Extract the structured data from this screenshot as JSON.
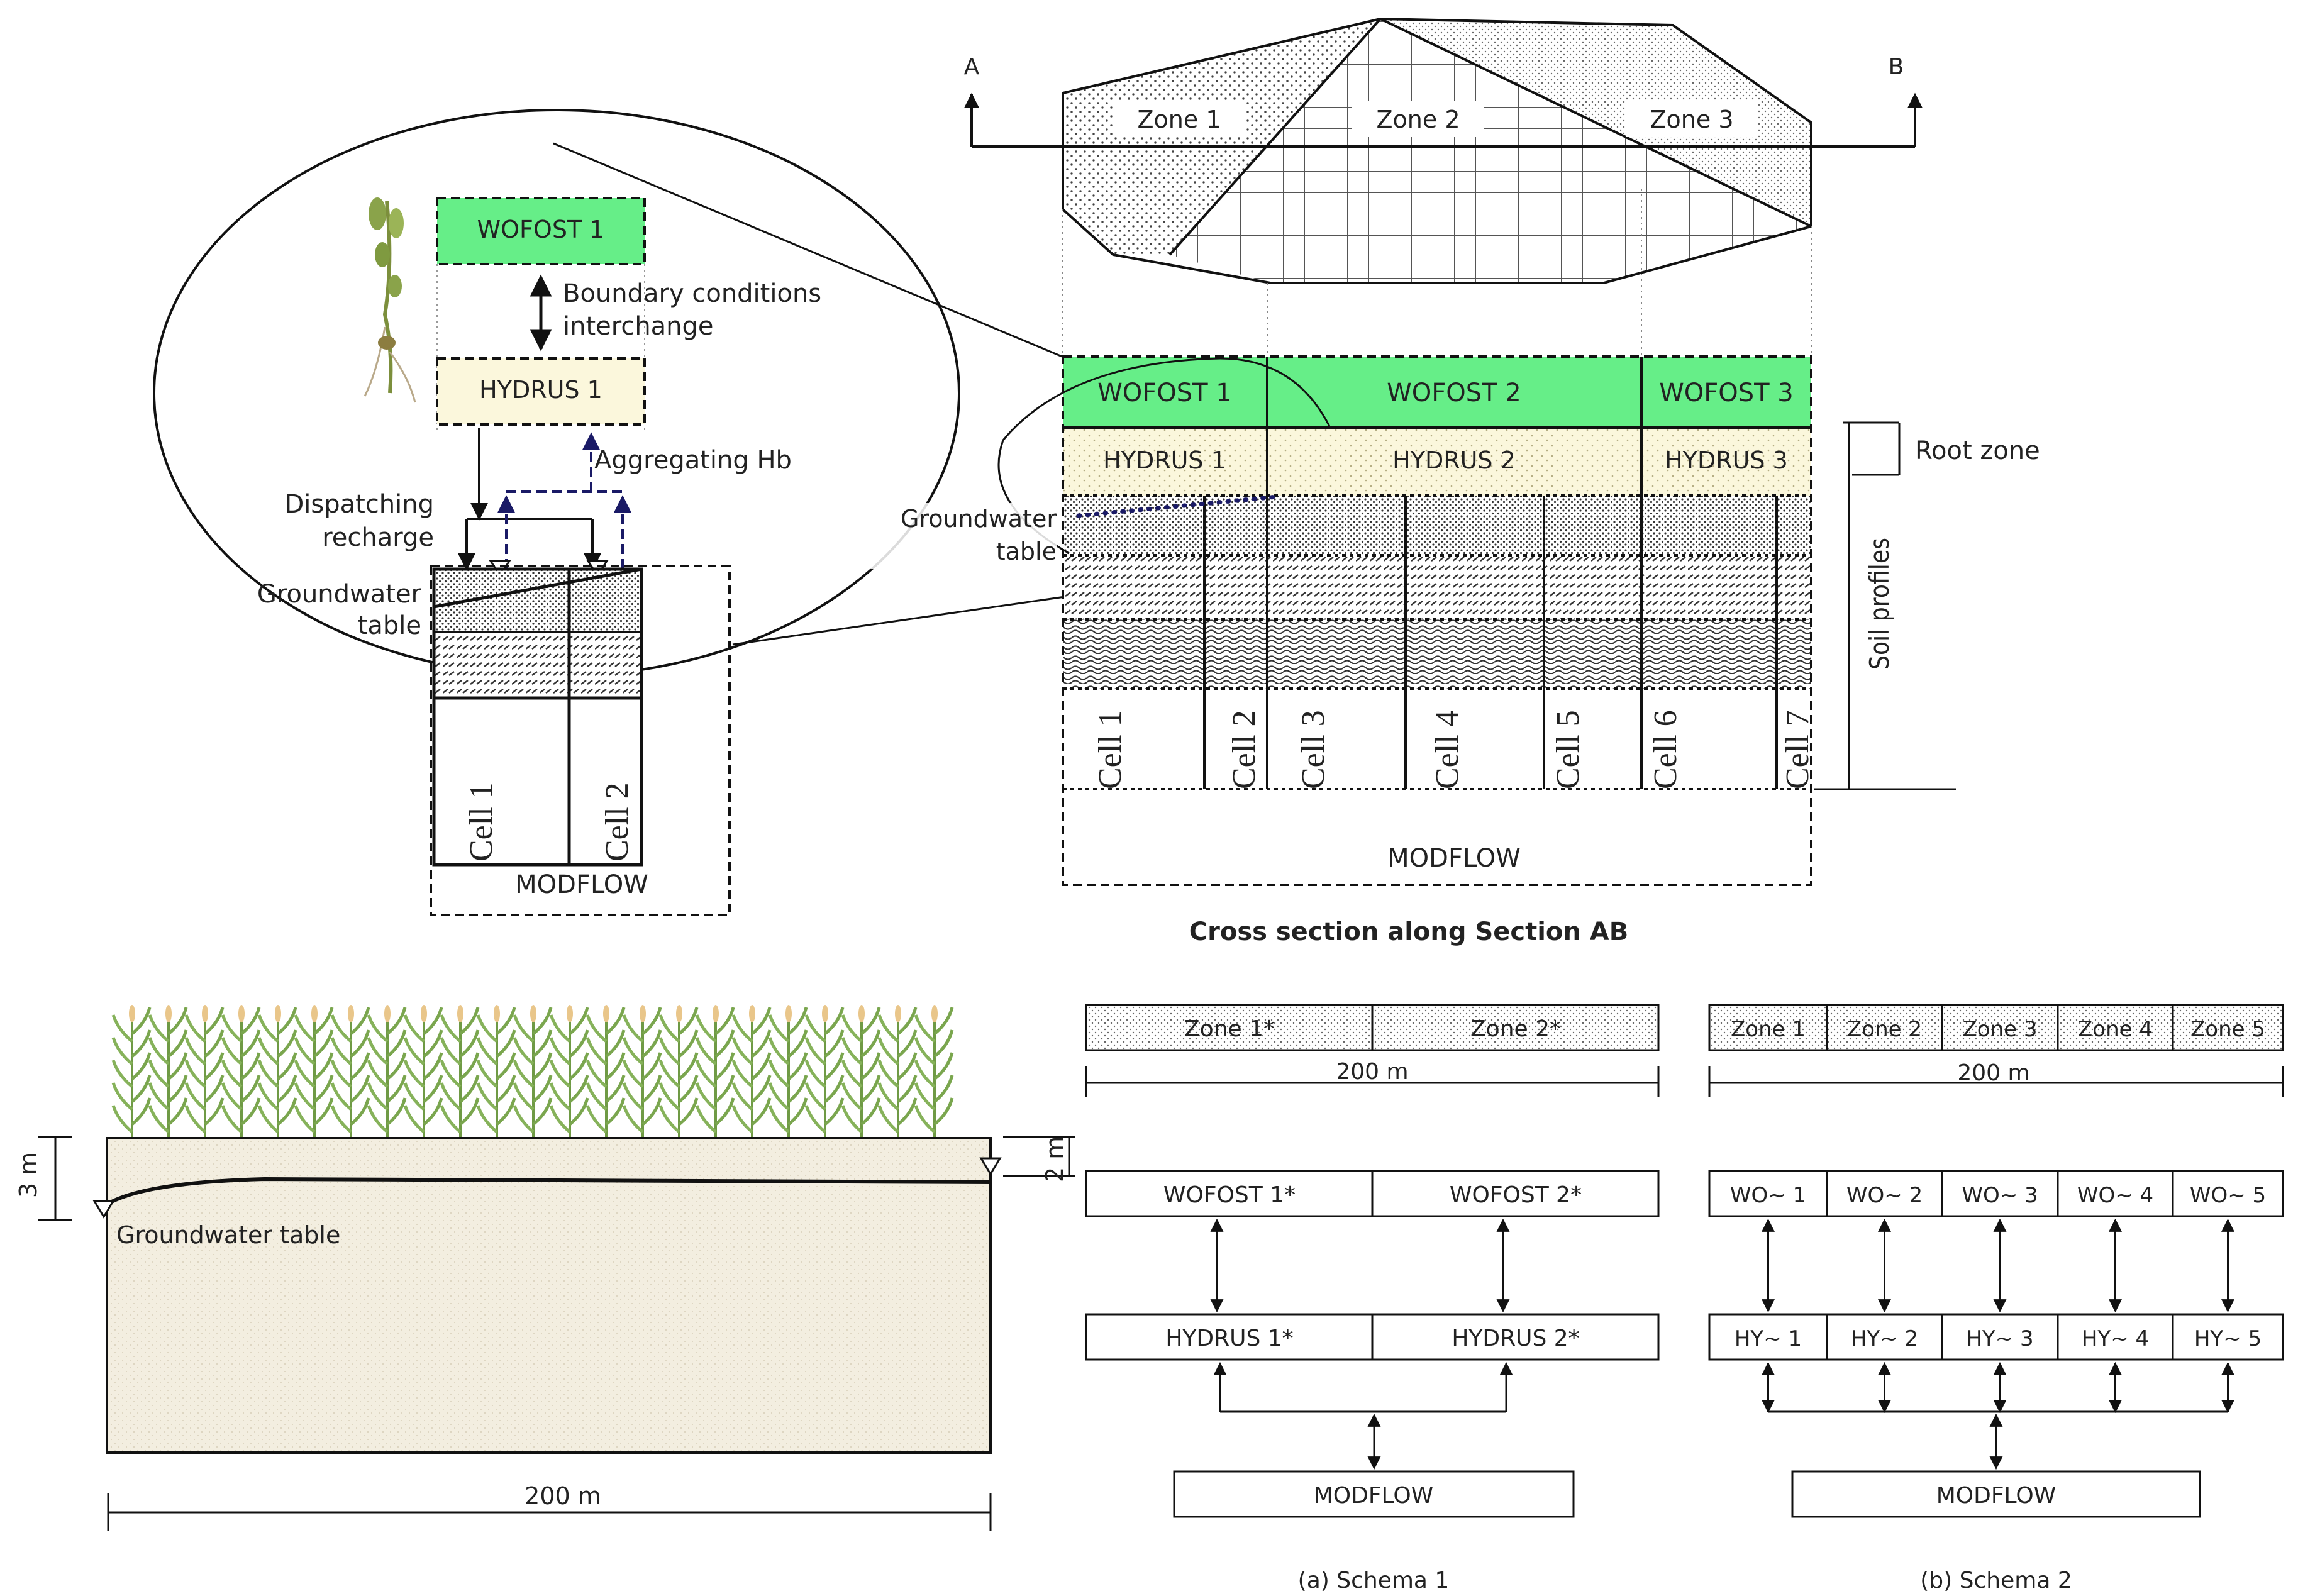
{
  "colors": {
    "wofost_fill": "#66ee88",
    "hydrus_fill": "#fbf7dc",
    "arrow_dark": "#111111",
    "arrow_blue": "#1a1a66",
    "soil_fill": "#f3eee0"
  },
  "top_left": {
    "wofost": "WOFOST 1",
    "hydrus": "HYDRUS 1",
    "boundary_line1": "Boundary conditions",
    "boundary_line2": "interchange",
    "aggregating": "Aggregating Hb",
    "dispatching_line1": "Dispatching",
    "dispatching_line2": "recharge",
    "gw_line1": "Groundwater",
    "gw_line2": "table",
    "cell1": "Cell 1",
    "cell2": "Cell 2",
    "modflow": "MODFLOW"
  },
  "plan_view": {
    "label_a": "A",
    "label_b": "B",
    "zones": [
      "Zone 1",
      "Zone 2",
      "Zone 3"
    ]
  },
  "cross_section": {
    "wofost": [
      "WOFOST 1",
      "WOFOST 2",
      "WOFOST 3"
    ],
    "hydrus": [
      "HYDRUS 1",
      "HYDRUS 2",
      "HYDRUS 3"
    ],
    "cells": [
      "Cell 1",
      "Cell 2",
      "Cell 3",
      "Cell 4",
      "Cell 5",
      "Cell 6",
      "Cell 7"
    ],
    "gw_line1": "Groundwater",
    "gw_line2": "table",
    "root_zone": "Root zone",
    "soil_profiles": "Soil profiles",
    "modflow": "MODFLOW",
    "caption": "Cross section along Section AB"
  },
  "field": {
    "depth_left": "3 m",
    "depth_right": "2 m",
    "gw_label": "Groundwater table",
    "width_label": "200 m"
  },
  "schema1": {
    "zones": [
      "Zone 1*",
      "Zone 2*"
    ],
    "width_label": "200 m",
    "wofost": [
      "WOFOST 1*",
      "WOFOST 2*"
    ],
    "hydrus": [
      "HYDRUS 1*",
      "HYDRUS 2*"
    ],
    "modflow": "MODFLOW",
    "caption": "(a) Schema 1"
  },
  "schema2": {
    "zones": [
      "Zone 1",
      "Zone 2",
      "Zone 3",
      "Zone 4",
      "Zone 5"
    ],
    "width_label": "200 m",
    "wofost": [
      "WO~ 1",
      "WO~ 2",
      "WO~ 3",
      "WO~ 4",
      "WO~ 5"
    ],
    "hydrus": [
      "HY~ 1",
      "HY~ 2",
      "HY~ 3",
      "HY~ 4",
      "HY~ 5"
    ],
    "modflow": "MODFLOW",
    "caption": "(b) Schema 2"
  }
}
